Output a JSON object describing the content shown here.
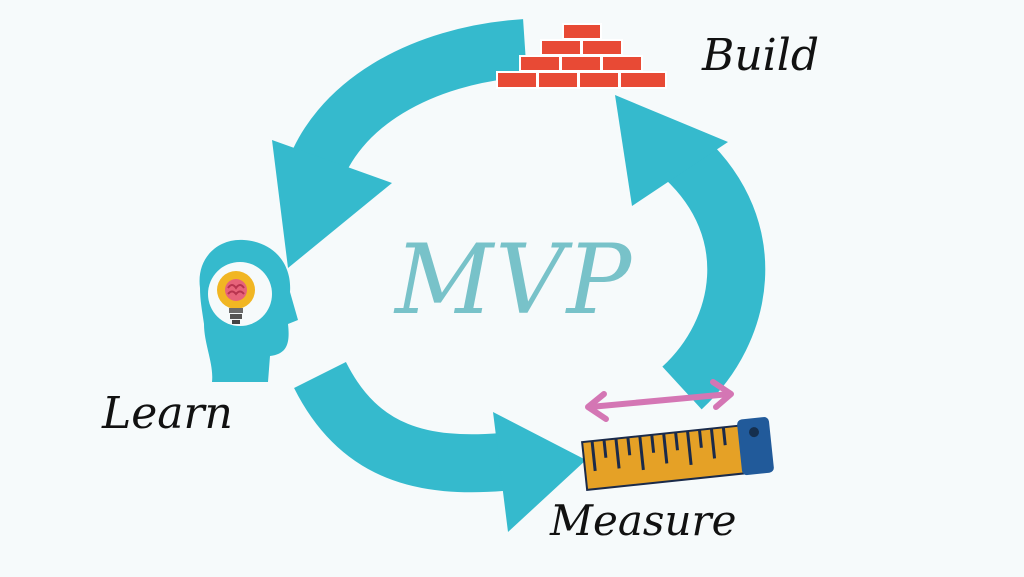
{
  "diagram": {
    "center_label": "MVP",
    "stages": {
      "build": "Build",
      "measure": "Measure",
      "learn": "Learn"
    }
  },
  "colors": {
    "cycle_arrows": "#35bacd",
    "center_text": "#78c2c9",
    "bricks": "#e84a35",
    "tape_body": "#e5a126",
    "tape_end": "#215a9a",
    "double_arrow": "#d476b4",
    "head": "#35bacd",
    "bulb": "#f1b623"
  },
  "icons": {
    "build": "brick-wall-icon",
    "measure": "tape-measure-icon",
    "learn": "head-lightbulb-icon"
  }
}
